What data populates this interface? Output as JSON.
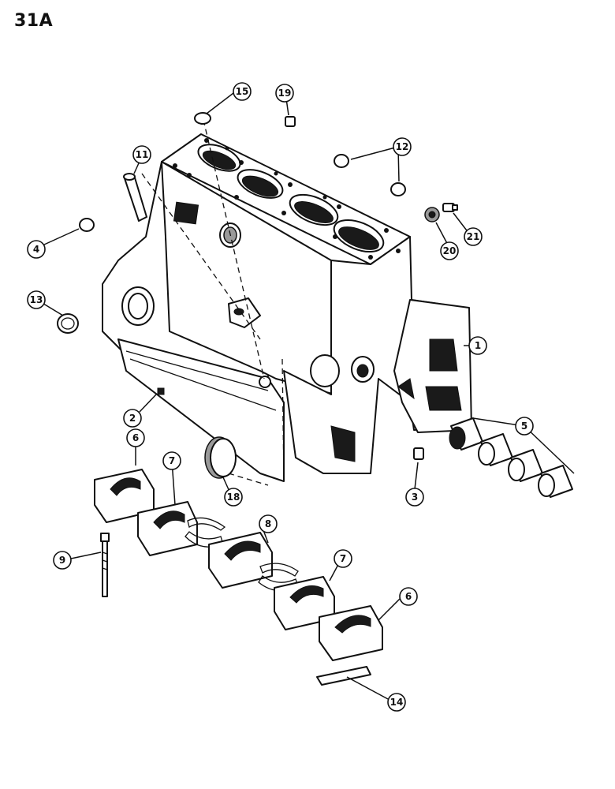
{
  "page_label": "31A",
  "callouts": [
    {
      "id": "c1",
      "text": "1"
    },
    {
      "id": "c2",
      "text": "2"
    },
    {
      "id": "c3",
      "text": "3"
    },
    {
      "id": "c4",
      "text": "4"
    },
    {
      "id": "c5",
      "text": "5"
    },
    {
      "id": "c6a",
      "text": "6"
    },
    {
      "id": "c6b",
      "text": "6"
    },
    {
      "id": "c7a",
      "text": "7"
    },
    {
      "id": "c7b",
      "text": "7"
    },
    {
      "id": "c8",
      "text": "8"
    },
    {
      "id": "c9",
      "text": "9"
    },
    {
      "id": "c11",
      "text": "11"
    },
    {
      "id": "c12",
      "text": "12"
    },
    {
      "id": "c13",
      "text": "13"
    },
    {
      "id": "c14",
      "text": "14"
    },
    {
      "id": "c15",
      "text": "15"
    },
    {
      "id": "c18",
      "text": "18"
    },
    {
      "id": "c19",
      "text": "19"
    },
    {
      "id": "c20",
      "text": "20"
    },
    {
      "id": "c21",
      "text": "21"
    }
  ]
}
